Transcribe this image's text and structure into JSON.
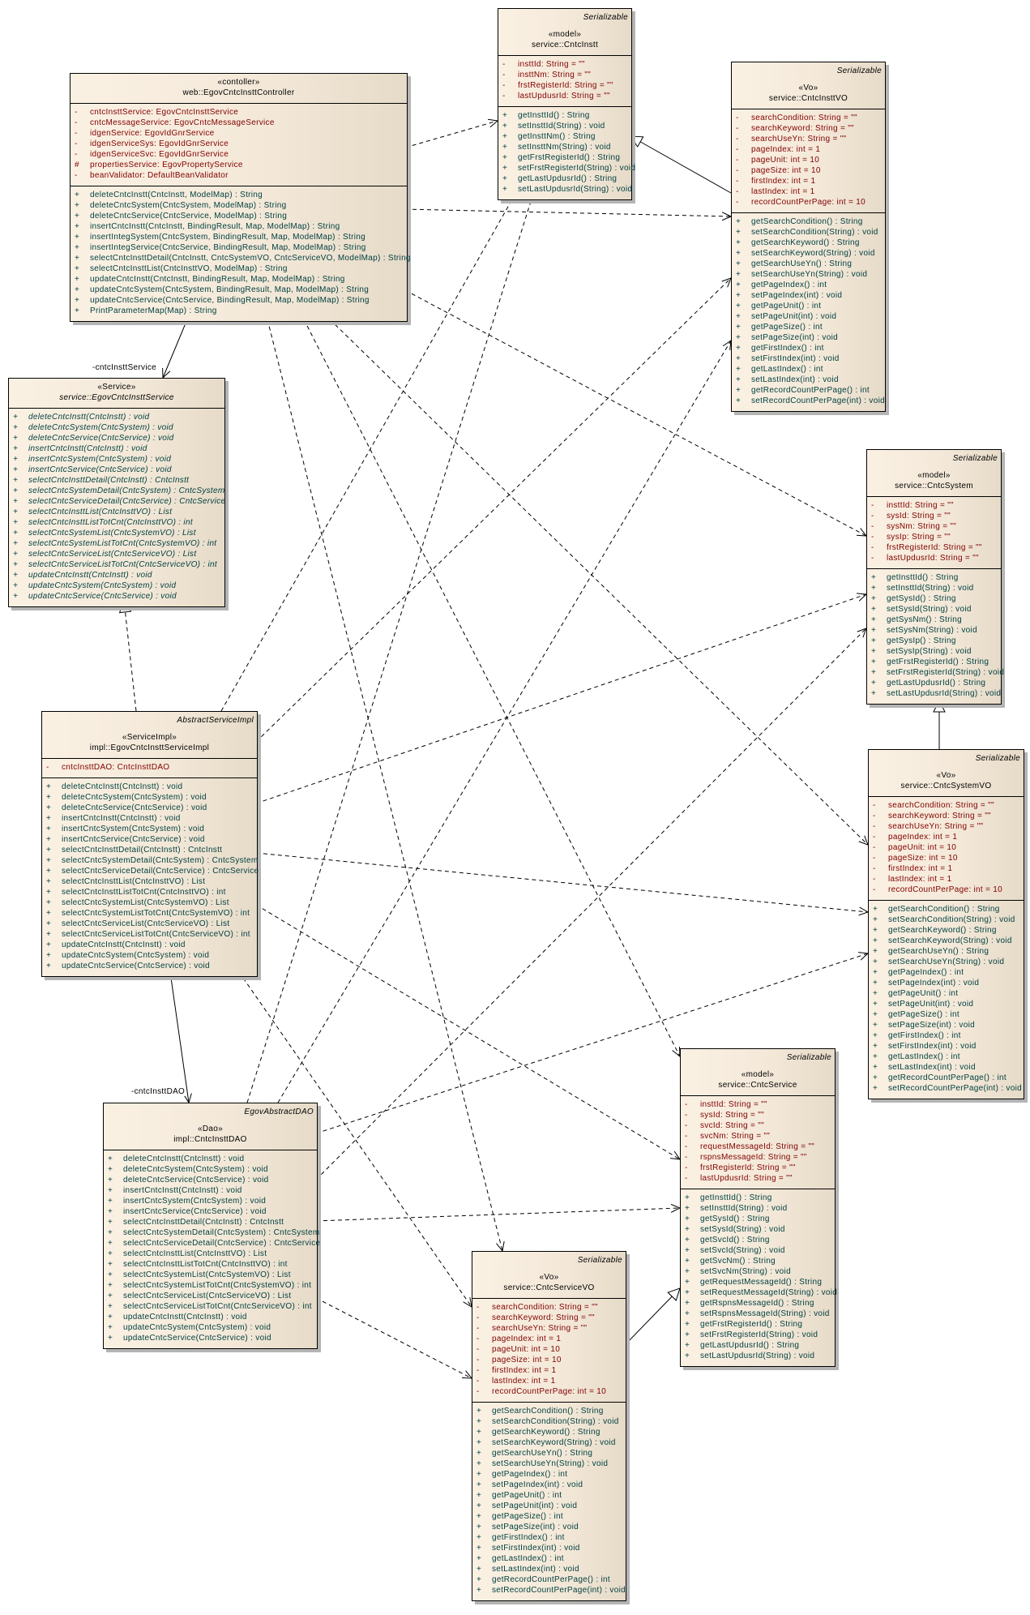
{
  "labels": {
    "assoc_service": "-cntcInsttService",
    "assoc_dao": "-cntcInsttDAO"
  },
  "colors": {
    "attribute": "#800000",
    "method": "#004040",
    "fill": "#fbf1e3"
  },
  "classes": [
    {
      "id": "controller",
      "iface": "",
      "stereotype": "«contoller»",
      "name": "web::EgovCntcInsttController",
      "italic": false,
      "attributes": [
        [
          "-",
          "cntcInsttService:  EgovCntcInsttService"
        ],
        [
          "-",
          "cntcMessageService:  EgovCntcMessageService"
        ],
        [
          "-",
          "idgenService:  EgovIdGnrService"
        ],
        [
          "-",
          "idgenServiceSys:  EgovIdGnrService"
        ],
        [
          "-",
          "idgenServiceSvc:  EgovIdGnrService"
        ],
        [
          "#",
          "propertiesService:  EgovPropertyService"
        ],
        [
          "-",
          "beanValidator:  DefaultBeanValidator"
        ]
      ],
      "methods": [
        [
          "+",
          "deleteCntcInstt(CntcInstt, ModelMap) : String"
        ],
        [
          "+",
          "deleteCntcSystem(CntcSystem, ModelMap) : String"
        ],
        [
          "+",
          "deleteCntcService(CntcService, ModelMap) : String"
        ],
        [
          "+",
          "insertCntcInstt(CntcInstt, BindingResult, Map, ModelMap) : String"
        ],
        [
          "+",
          "insertIntegSystem(CntcSystem, BindingResult, Map, ModelMap) : String"
        ],
        [
          "+",
          "insertIntegService(CntcService, BindingResult, Map, ModelMap) : String"
        ],
        [
          "+",
          "selectCntcInsttDetail(CntcInstt, CntcSystemVO, CntcServiceVO, ModelMap) : String"
        ],
        [
          "+",
          "selectCntcInsttList(CntcInsttVO, ModelMap) : String"
        ],
        [
          "+",
          "updateCntcInstt(CntcInstt, BindingResult, Map, ModelMap) : String"
        ],
        [
          "+",
          "updateCntcSystem(CntcSystem, BindingResult, Map, ModelMap) : String"
        ],
        [
          "+",
          "updateCntcService(CntcService, BindingResult, Map, ModelMap) : String"
        ],
        [
          "+",
          "PrintParameterMap(Map) : String"
        ]
      ]
    },
    {
      "id": "cntcInstt",
      "iface": "Serializable",
      "stereotype": "«model»",
      "name": "service::CntcInstt",
      "italic": false,
      "attributes": [
        [
          "-",
          "insttId:  String = \"\""
        ],
        [
          "-",
          "insttNm:  String = \"\""
        ],
        [
          "-",
          "frstRegisterId:  String = \"\""
        ],
        [
          "-",
          "lastUpdusrId:  String = \"\""
        ]
      ],
      "methods": [
        [
          "+",
          "getInsttId() : String"
        ],
        [
          "+",
          "setInsttId(String) : void"
        ],
        [
          "+",
          "getInsttNm() : String"
        ],
        [
          "+",
          "setInsttNm(String) : void"
        ],
        [
          "+",
          "getFrstRegisterId() : String"
        ],
        [
          "+",
          "setFrstRegisterId(String) : void"
        ],
        [
          "+",
          "getLastUpdusrId() : String"
        ],
        [
          "+",
          "setLastUpdusrId(String) : void"
        ]
      ]
    },
    {
      "id": "cntcInsttVO",
      "iface": "Serializable",
      "stereotype": "«Vo»",
      "name": "service::CntcInsttVO",
      "italic": false,
      "vo": true
    },
    {
      "id": "service",
      "iface": "",
      "stereotype": "«Service»",
      "name": "service::EgovCntcInsttService",
      "italic": true,
      "svc": "italic"
    },
    {
      "id": "cntcSystem",
      "iface": "Serializable",
      "stereotype": "«model»",
      "name": "service::CntcSystem",
      "italic": false,
      "attributes": [
        [
          "-",
          "insttId:  String = \"\""
        ],
        [
          "-",
          "sysId:  String = \"\""
        ],
        [
          "-",
          "sysNm:  String = \"\""
        ],
        [
          "-",
          "sysIp:  String = \"\""
        ],
        [
          "-",
          "frstRegisterId:  String = \"\""
        ],
        [
          "-",
          "lastUpdusrId:  String = \"\""
        ]
      ],
      "methods": [
        [
          "+",
          "getInsttId() : String"
        ],
        [
          "+",
          "setInsttId(String) : void"
        ],
        [
          "+",
          "getSysId() : String"
        ],
        [
          "+",
          "setSysId(String) : void"
        ],
        [
          "+",
          "getSysNm() : String"
        ],
        [
          "+",
          "setSysNm(String) : void"
        ],
        [
          "+",
          "getSysIp() : String"
        ],
        [
          "+",
          "setSysIp(String) : void"
        ],
        [
          "+",
          "getFrstRegisterId() : String"
        ],
        [
          "+",
          "setFrstRegisterId(String) : void"
        ],
        [
          "+",
          "getLastUpdusrId() : String"
        ],
        [
          "+",
          "setLastUpdusrId(String) : void"
        ]
      ]
    },
    {
      "id": "impl",
      "iface": "AbstractServiceImpl",
      "stereotype": "«ServiceImpl»",
      "name": "impl::EgovCntcInsttServiceImpl",
      "italic": false,
      "attributes": [
        [
          "-",
          "cntcInsttDAO:  CntcInsttDAO"
        ]
      ],
      "svc": "plain"
    },
    {
      "id": "cntcSystemVO",
      "iface": "Serializable",
      "stereotype": "«Vo»",
      "name": "service::CntcSystemVO",
      "italic": false,
      "vo": true
    },
    {
      "id": "cntcService",
      "iface": "Serializable",
      "stereotype": "«model»",
      "name": "service::CntcService",
      "italic": false,
      "attributes": [
        [
          "-",
          "insttId:  String = \"\""
        ],
        [
          "-",
          "sysId:  String = \"\""
        ],
        [
          "-",
          "svcId:  String = \"\""
        ],
        [
          "-",
          "svcNm:  String = \"\""
        ],
        [
          "-",
          "requestMessageId:  String = \"\""
        ],
        [
          "-",
          "rspnsMessageId:  String = \"\""
        ],
        [
          "-",
          "frstRegisterId:  String = \"\""
        ],
        [
          "-",
          "lastUpdusrId:  String = \"\""
        ]
      ],
      "methods": [
        [
          "+",
          "getInsttId() : String"
        ],
        [
          "+",
          "setInsttId(String) : void"
        ],
        [
          "+",
          "getSysId() : String"
        ],
        [
          "+",
          "setSysId(String) : void"
        ],
        [
          "+",
          "getSvcId() : String"
        ],
        [
          "+",
          "setSvcId(String) : void"
        ],
        [
          "+",
          "getSvcNm() : String"
        ],
        [
          "+",
          "setSvcNm(String) : void"
        ],
        [
          "+",
          "getRequestMessageId() : String"
        ],
        [
          "+",
          "setRequestMessageId(String) : void"
        ],
        [
          "+",
          "getRspnsMessageId() : String"
        ],
        [
          "+",
          "setRspnsMessageId(String) : void"
        ],
        [
          "+",
          "getFrstRegisterId() : String"
        ],
        [
          "+",
          "setFrstRegisterId(String) : void"
        ],
        [
          "+",
          "getLastUpdusrId() : String"
        ],
        [
          "+",
          "setLastUpdusrId(String) : void"
        ]
      ]
    },
    {
      "id": "dao",
      "iface": "EgovAbstractDAO",
      "stereotype": "«Dao»",
      "name": "impl::CntcInsttDAO",
      "italic": false,
      "svc": "plain"
    },
    {
      "id": "cntcServiceVO",
      "iface": "Serializable",
      "stereotype": "«Vo»",
      "name": "service::CntcServiceVO",
      "italic": false,
      "vo": true
    }
  ],
  "vo_attributes": [
    [
      "-",
      "searchCondition:  String = \"\""
    ],
    [
      "-",
      "searchKeyword:  String = \"\""
    ],
    [
      "-",
      "searchUseYn:  String = \"\""
    ],
    [
      "-",
      "pageIndex:  int = 1"
    ],
    [
      "-",
      "pageUnit:  int = 10"
    ],
    [
      "-",
      "pageSize:  int = 10"
    ],
    [
      "-",
      "firstIndex:  int = 1"
    ],
    [
      "-",
      "lastIndex:  int = 1"
    ],
    [
      "-",
      "recordCountPerPage:  int = 10"
    ]
  ],
  "vo_methods": [
    [
      "+",
      "getSearchCondition() : String"
    ],
    [
      "+",
      "setSearchCondition(String) : void"
    ],
    [
      "+",
      "getSearchKeyword() : String"
    ],
    [
      "+",
      "setSearchKeyword(String) : void"
    ],
    [
      "+",
      "getSearchUseYn() : String"
    ],
    [
      "+",
      "setSearchUseYn(String) : void"
    ],
    [
      "+",
      "getPageIndex() : int"
    ],
    [
      "+",
      "setPageIndex(int) : void"
    ],
    [
      "+",
      "getPageUnit() : int"
    ],
    [
      "+",
      "setPageUnit(int) : void"
    ],
    [
      "+",
      "getPageSize() : int"
    ],
    [
      "+",
      "setPageSize(int) : void"
    ],
    [
      "+",
      "getFirstIndex() : int"
    ],
    [
      "+",
      "setFirstIndex(int) : void"
    ],
    [
      "+",
      "getLastIndex() : int"
    ],
    [
      "+",
      "setLastIndex(int) : void"
    ],
    [
      "+",
      "getRecordCountPerPage() : int"
    ],
    [
      "+",
      "setRecordCountPerPage(int) : void"
    ]
  ],
  "svc_methods_italic": [
    [
      "+",
      "deleteCntcInstt(CntcInstt) : void"
    ],
    [
      "+",
      "deleteCntcSystem(CntcSystem) : void"
    ],
    [
      "+",
      "deleteCntcService(CntcService) : void"
    ],
    [
      "+",
      "insertCntcInstt(CntcInstt) : void"
    ],
    [
      "+",
      "insertCntcSystem(CntcSystem) : void"
    ],
    [
      "+",
      "insertCntcService(CntcService) : void"
    ],
    [
      "+",
      "selectCntcInsttDetail(CntcInstt) : CntcInstt"
    ],
    [
      "+",
      "selectCntcSystemDetail(CntcSystem) : CntcSystem"
    ],
    [
      "+",
      "selectCntcServiceDetail(CntcService) : CntcService"
    ],
    [
      "+",
      "selectCntcInsttList(CntcInsttVO) : List"
    ],
    [
      "+",
      "selectCntcInsttListTotCnt(CntcInsttVO) : int"
    ],
    [
      "+",
      "selectCntcSystemList(CntcSystemVO) : List"
    ],
    [
      "+",
      "selectCntcSystemListTotCnt(CntcSystemVO) : int"
    ],
    [
      "+",
      "selectCntcServiceList(CntcServiceVO) : List"
    ],
    [
      "+",
      "selectCntcServiceListTotCnt(CntcServiceVO) : int"
    ],
    [
      "+",
      "updateCntcInstt(CntcInstt) : void"
    ],
    [
      "+",
      "updateCntcSystem(CntcSystem) : void"
    ],
    [
      "+",
      "updateCntcService(CntcService) : void"
    ]
  ]
}
